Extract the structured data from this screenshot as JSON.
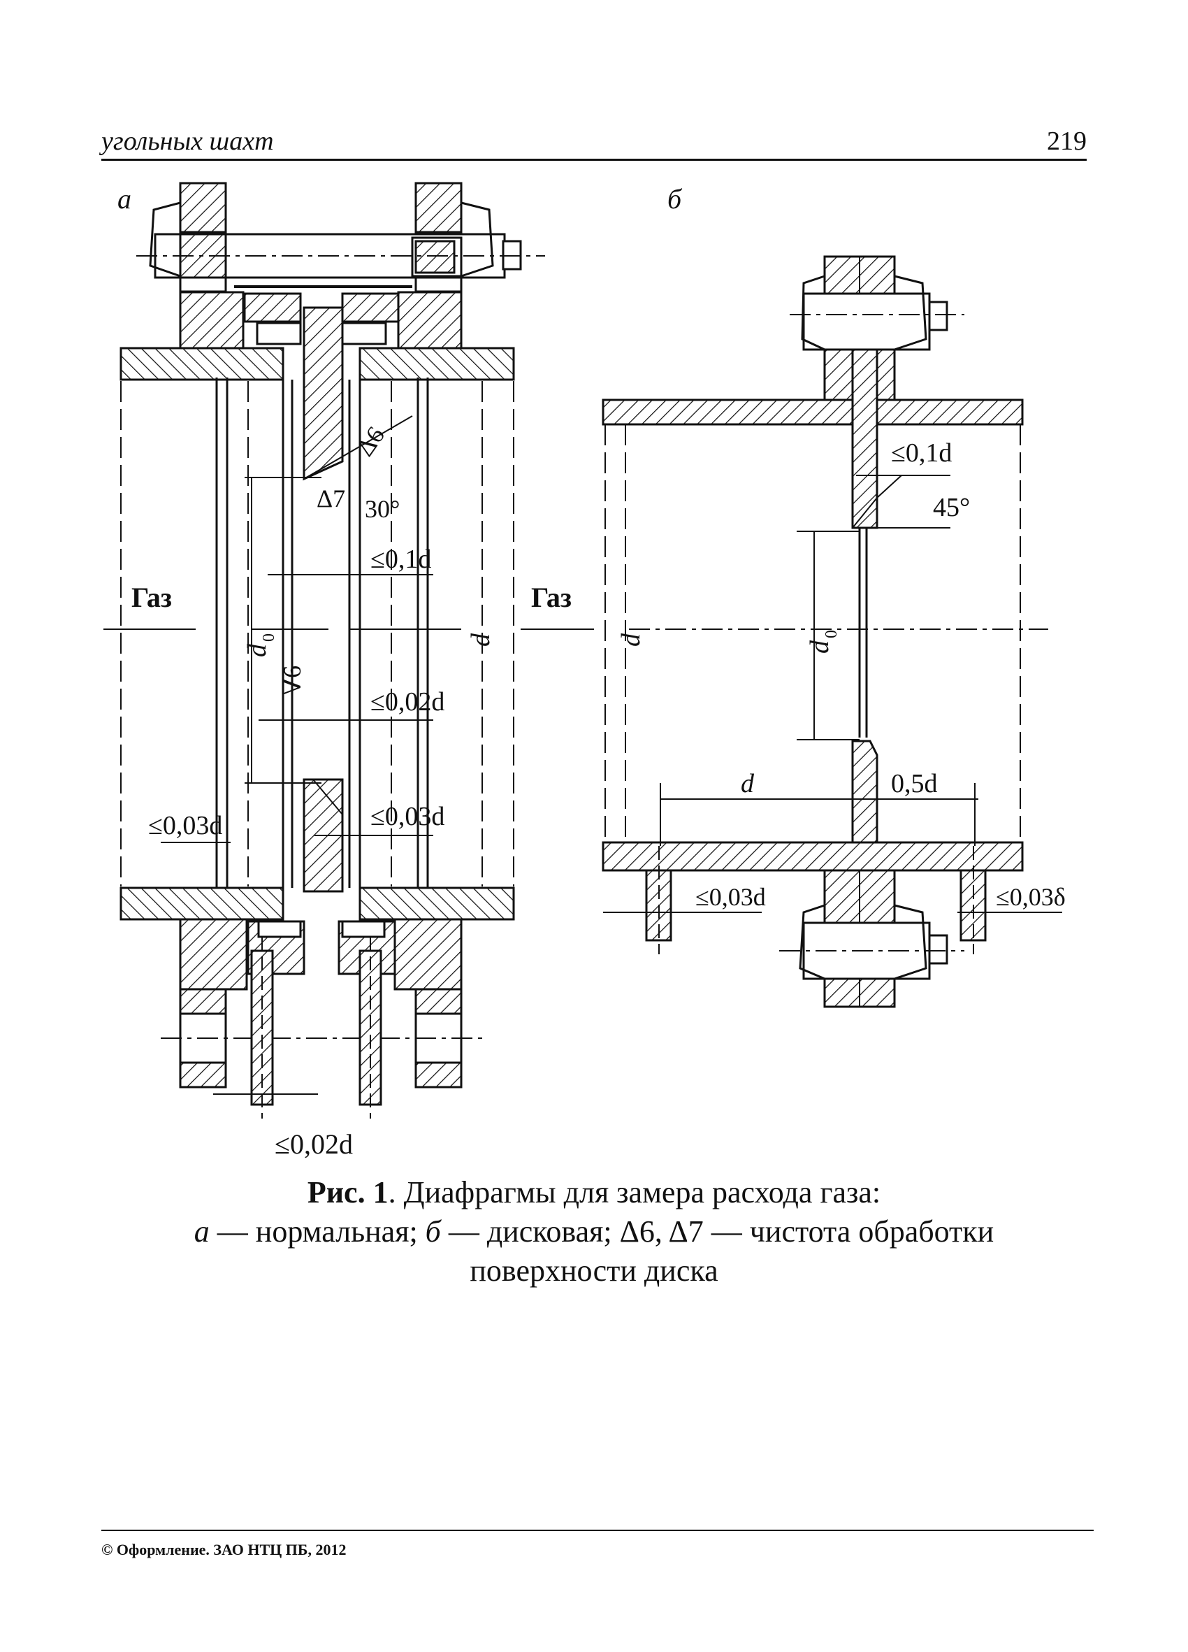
{
  "header": {
    "running_title": "угольных шахт",
    "page_number": "219"
  },
  "figure": {
    "panel_a_label": "а",
    "panel_b_label": "б",
    "labels_a": {
      "gas_left": "Газ",
      "gas_right": "Газ",
      "d0": "d",
      "d0_sub": "0",
      "d": "d",
      "grad6": "∇6",
      "delta6": "Δ6",
      "delta7": "Δ7",
      "angle": "30°",
      "tol_01d": "≤0,1d",
      "tol_002d_mid": "≤0,02d",
      "tol_003d_right": "≤0,03d",
      "tol_003d_left": "≤0,03d",
      "tol_002d_bottom": "≤0,02d"
    },
    "labels_b": {
      "d_left": "d",
      "d0": "d",
      "d0_sub": "0",
      "tol_01d": "≤0,1d",
      "angle": "45°",
      "d_horiz": "d",
      "half_d": "0,5d",
      "tol_003d": "≤0,03d",
      "tol_003delta": "≤0,03δ"
    }
  },
  "caption": {
    "fig_label": "Рис. 1",
    "title": ". Диафрагмы для замера расхода газа:",
    "item_a_letter": "а",
    "item_a_text": " — нормальная; ",
    "item_b_letter": "б",
    "item_b_text": " — дисковая; Δ6, Δ7 — чистота обработки",
    "line3": "поверхности диска"
  },
  "footer": {
    "copyright": "© Оформление. ЗАО НТЦ ПБ, 2012"
  }
}
